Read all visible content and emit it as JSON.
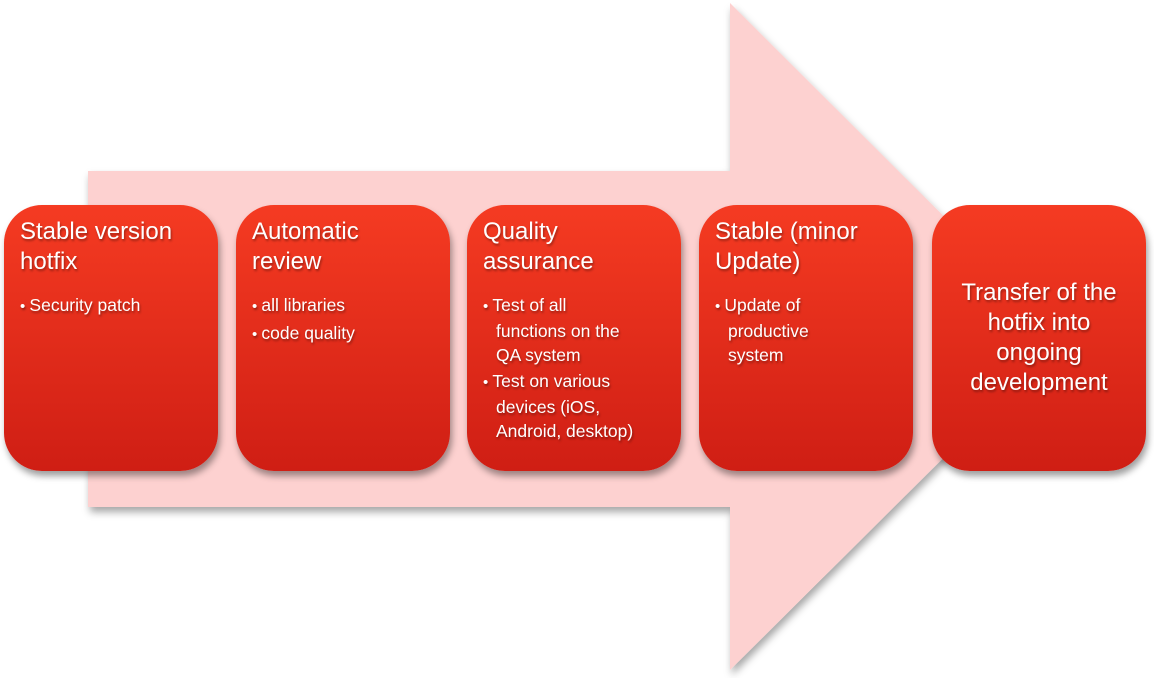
{
  "diagram": {
    "type": "process-flow-arrow",
    "colors": {
      "arrow": "#fdd1d0",
      "box_gradient_top": "#f53b22",
      "box_gradient_bottom": "#cf1e14",
      "text": "#ffffff"
    },
    "steps": [
      {
        "title": "Stable version hotfix",
        "bullets": [
          "Security patch"
        ]
      },
      {
        "title": "Automatic review",
        "bullets": [
          "all libraries",
          "code quality"
        ]
      },
      {
        "title": "Quality assurance",
        "bullets": [
          "Test of all functions on the QA system",
          "Test on various devices (iOS, Android, desktop)"
        ]
      },
      {
        "title": "Stable (minor Update)",
        "bullets": [
          "Update of productive system"
        ]
      },
      {
        "title": "Transfer of the hotfix into ongoing development",
        "bullets": []
      }
    ]
  }
}
